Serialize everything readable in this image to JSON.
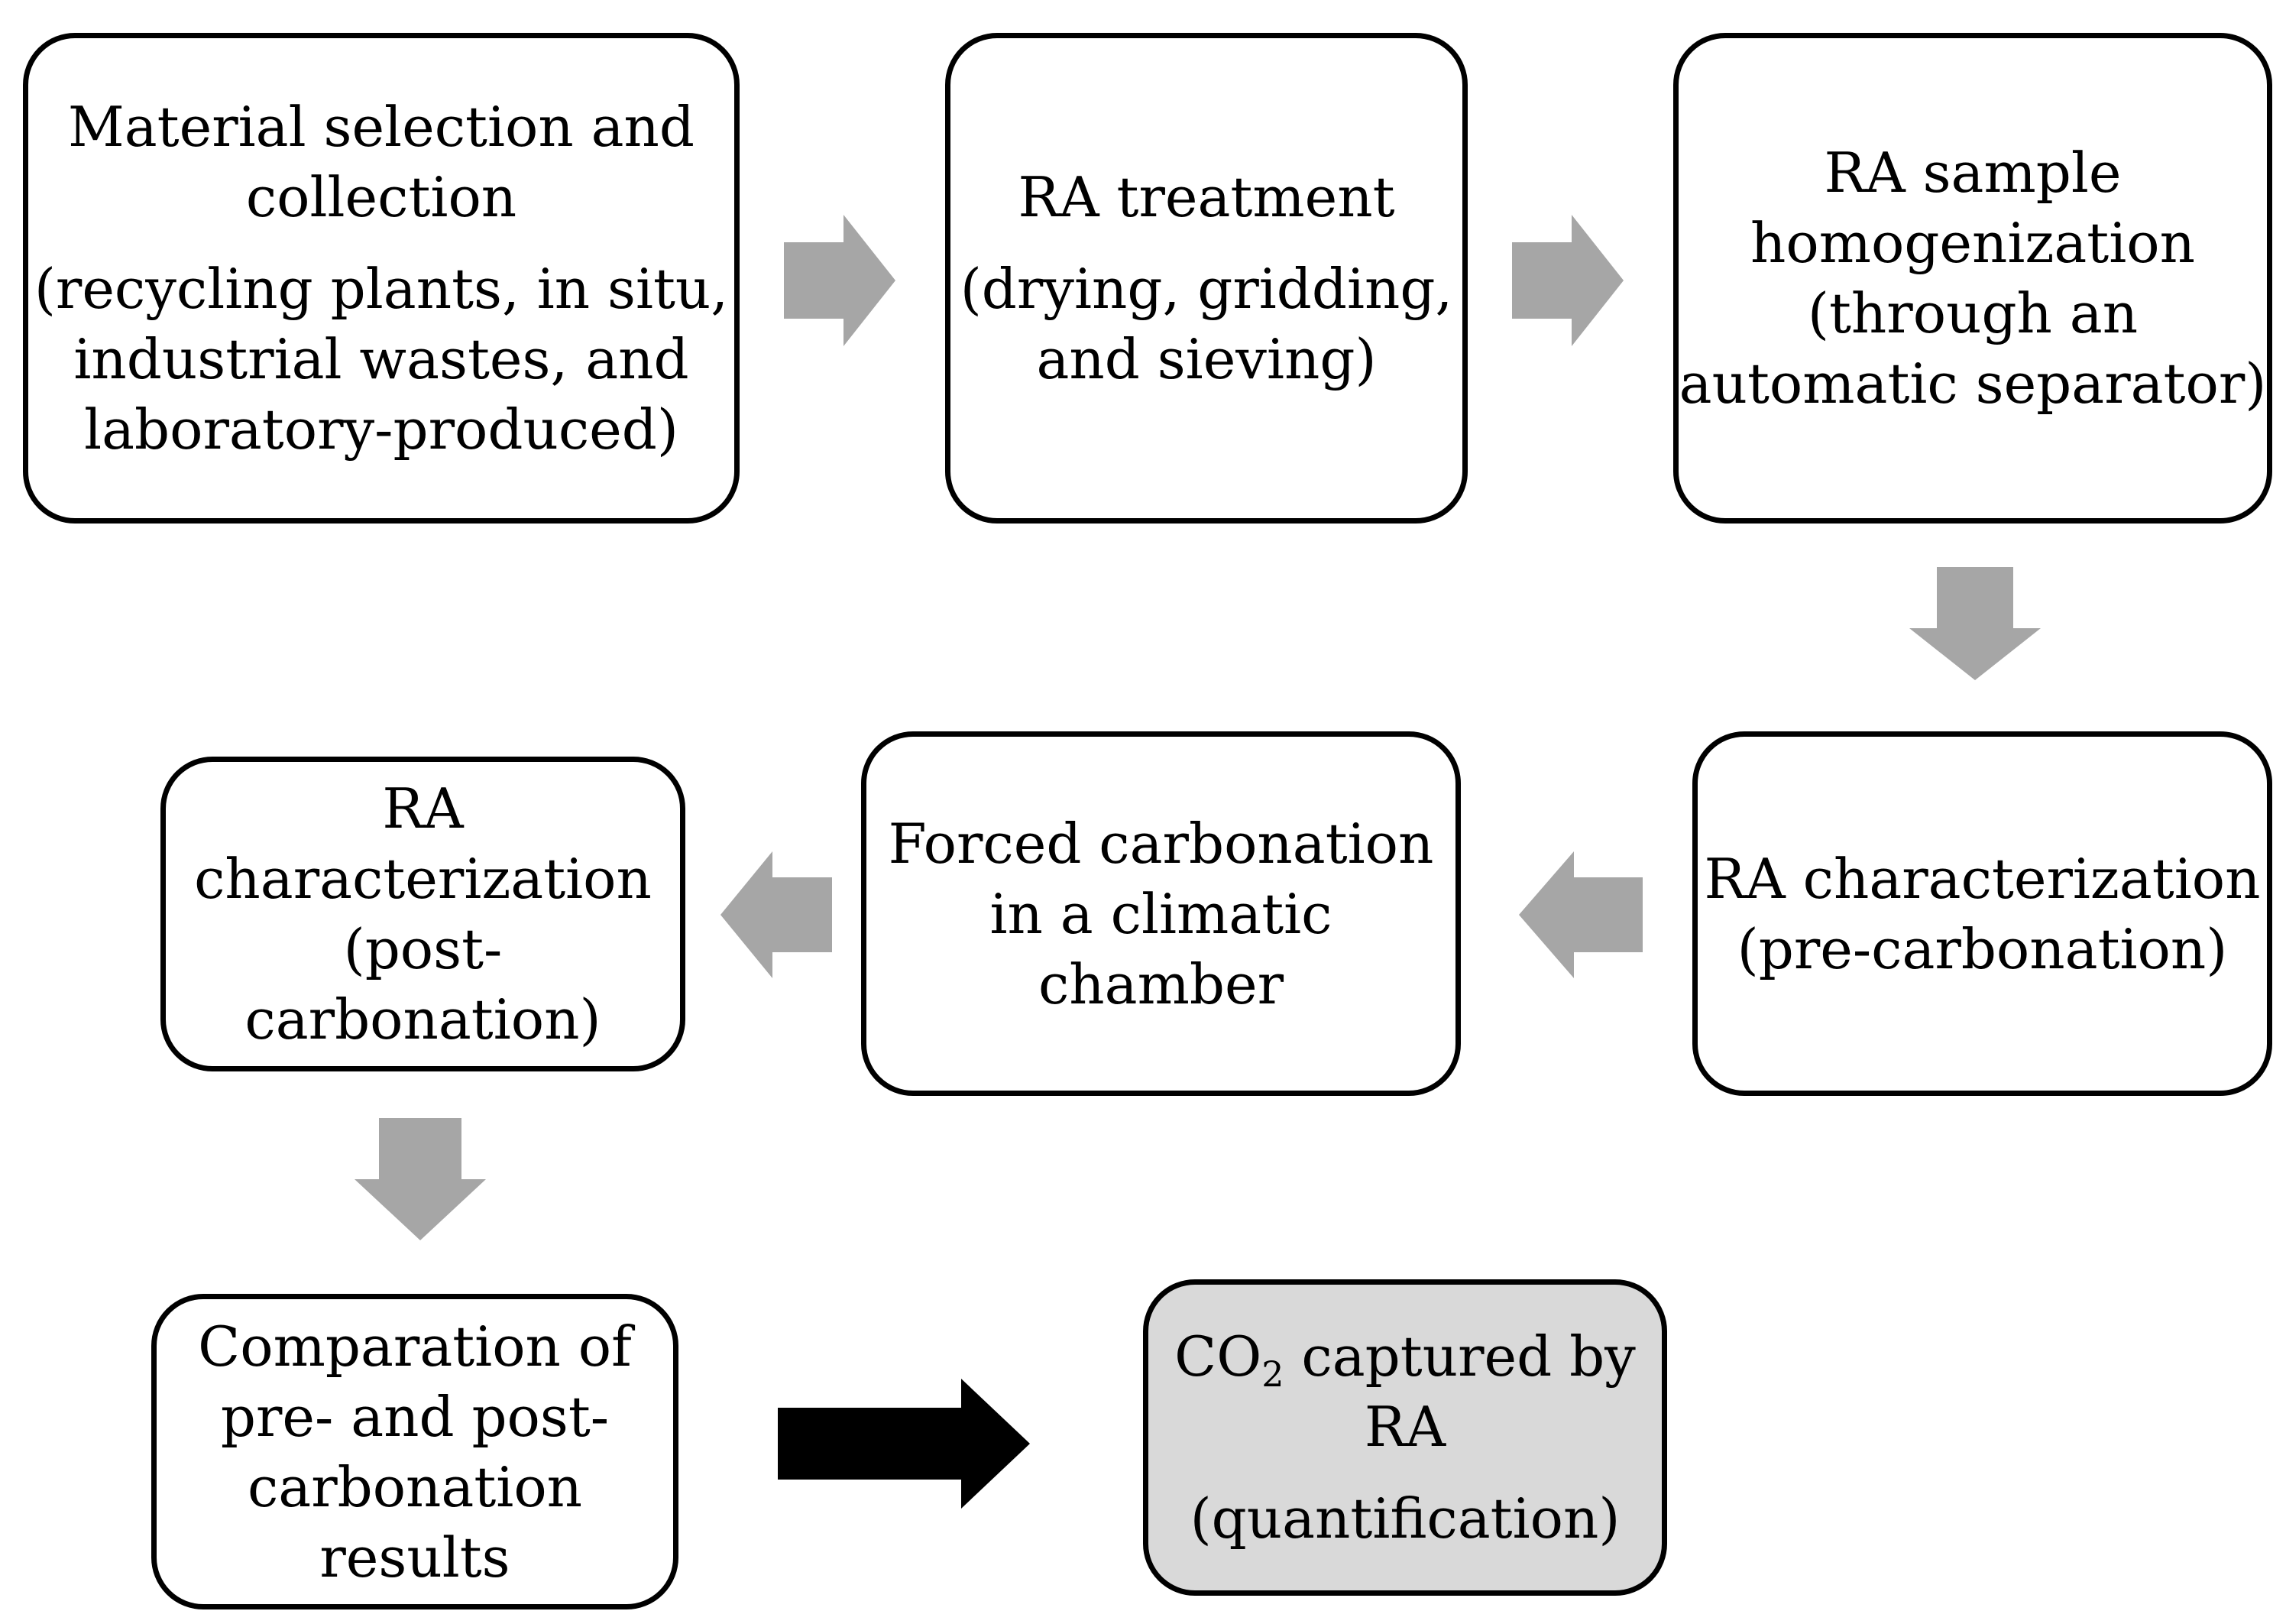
{
  "colors": {
    "box_border": "#000000",
    "box_fill": "#ffffff",
    "final_fill": "#d9d9d9",
    "process_arrow": "#a6a6a6",
    "result_arrow": "#000000"
  },
  "steps": [
    {
      "title": [
        "Material selection and",
        "collection"
      ],
      "detail": [
        "(recycling plants, in situ,",
        "industrial wastes, and",
        "laboratory-produced)"
      ]
    },
    {
      "title": [
        "RA treatment"
      ],
      "detail": [
        "(drying, gridding,",
        "and sieving)"
      ]
    },
    {
      "title": [
        "RA sample",
        "homogenization"
      ],
      "detail": [
        "(through an",
        "automatic separator)"
      ]
    },
    {
      "title": [
        "RA characterization"
      ],
      "detail": [
        "(pre-carbonation)"
      ]
    },
    {
      "title": [
        "Forced carbonation",
        "in a climatic",
        "chamber"
      ]
    },
    {
      "title": [
        "RA",
        "characterization",
        "(post-",
        "carbonation)"
      ]
    },
    {
      "title": [
        "Comparation of",
        "pre- and post-",
        "carbonation",
        "results"
      ]
    }
  ],
  "result": {
    "co2_prefix": "CO",
    "co2_subscript": "2",
    "title_rest": " captured by",
    "title_line2": "RA",
    "detail": "(quantification)"
  },
  "arrows": [
    {
      "from": "step-1",
      "to": "step-2",
      "direction": "right",
      "style": "gray"
    },
    {
      "from": "step-2",
      "to": "step-3",
      "direction": "right",
      "style": "gray"
    },
    {
      "from": "step-3",
      "to": "step-4",
      "direction": "down",
      "style": "gray"
    },
    {
      "from": "step-4",
      "to": "step-5",
      "direction": "left",
      "style": "gray"
    },
    {
      "from": "step-5",
      "to": "step-6",
      "direction": "left",
      "style": "gray"
    },
    {
      "from": "step-6",
      "to": "step-7",
      "direction": "down",
      "style": "gray"
    },
    {
      "from": "step-7",
      "to": "result",
      "direction": "right",
      "style": "black"
    }
  ]
}
